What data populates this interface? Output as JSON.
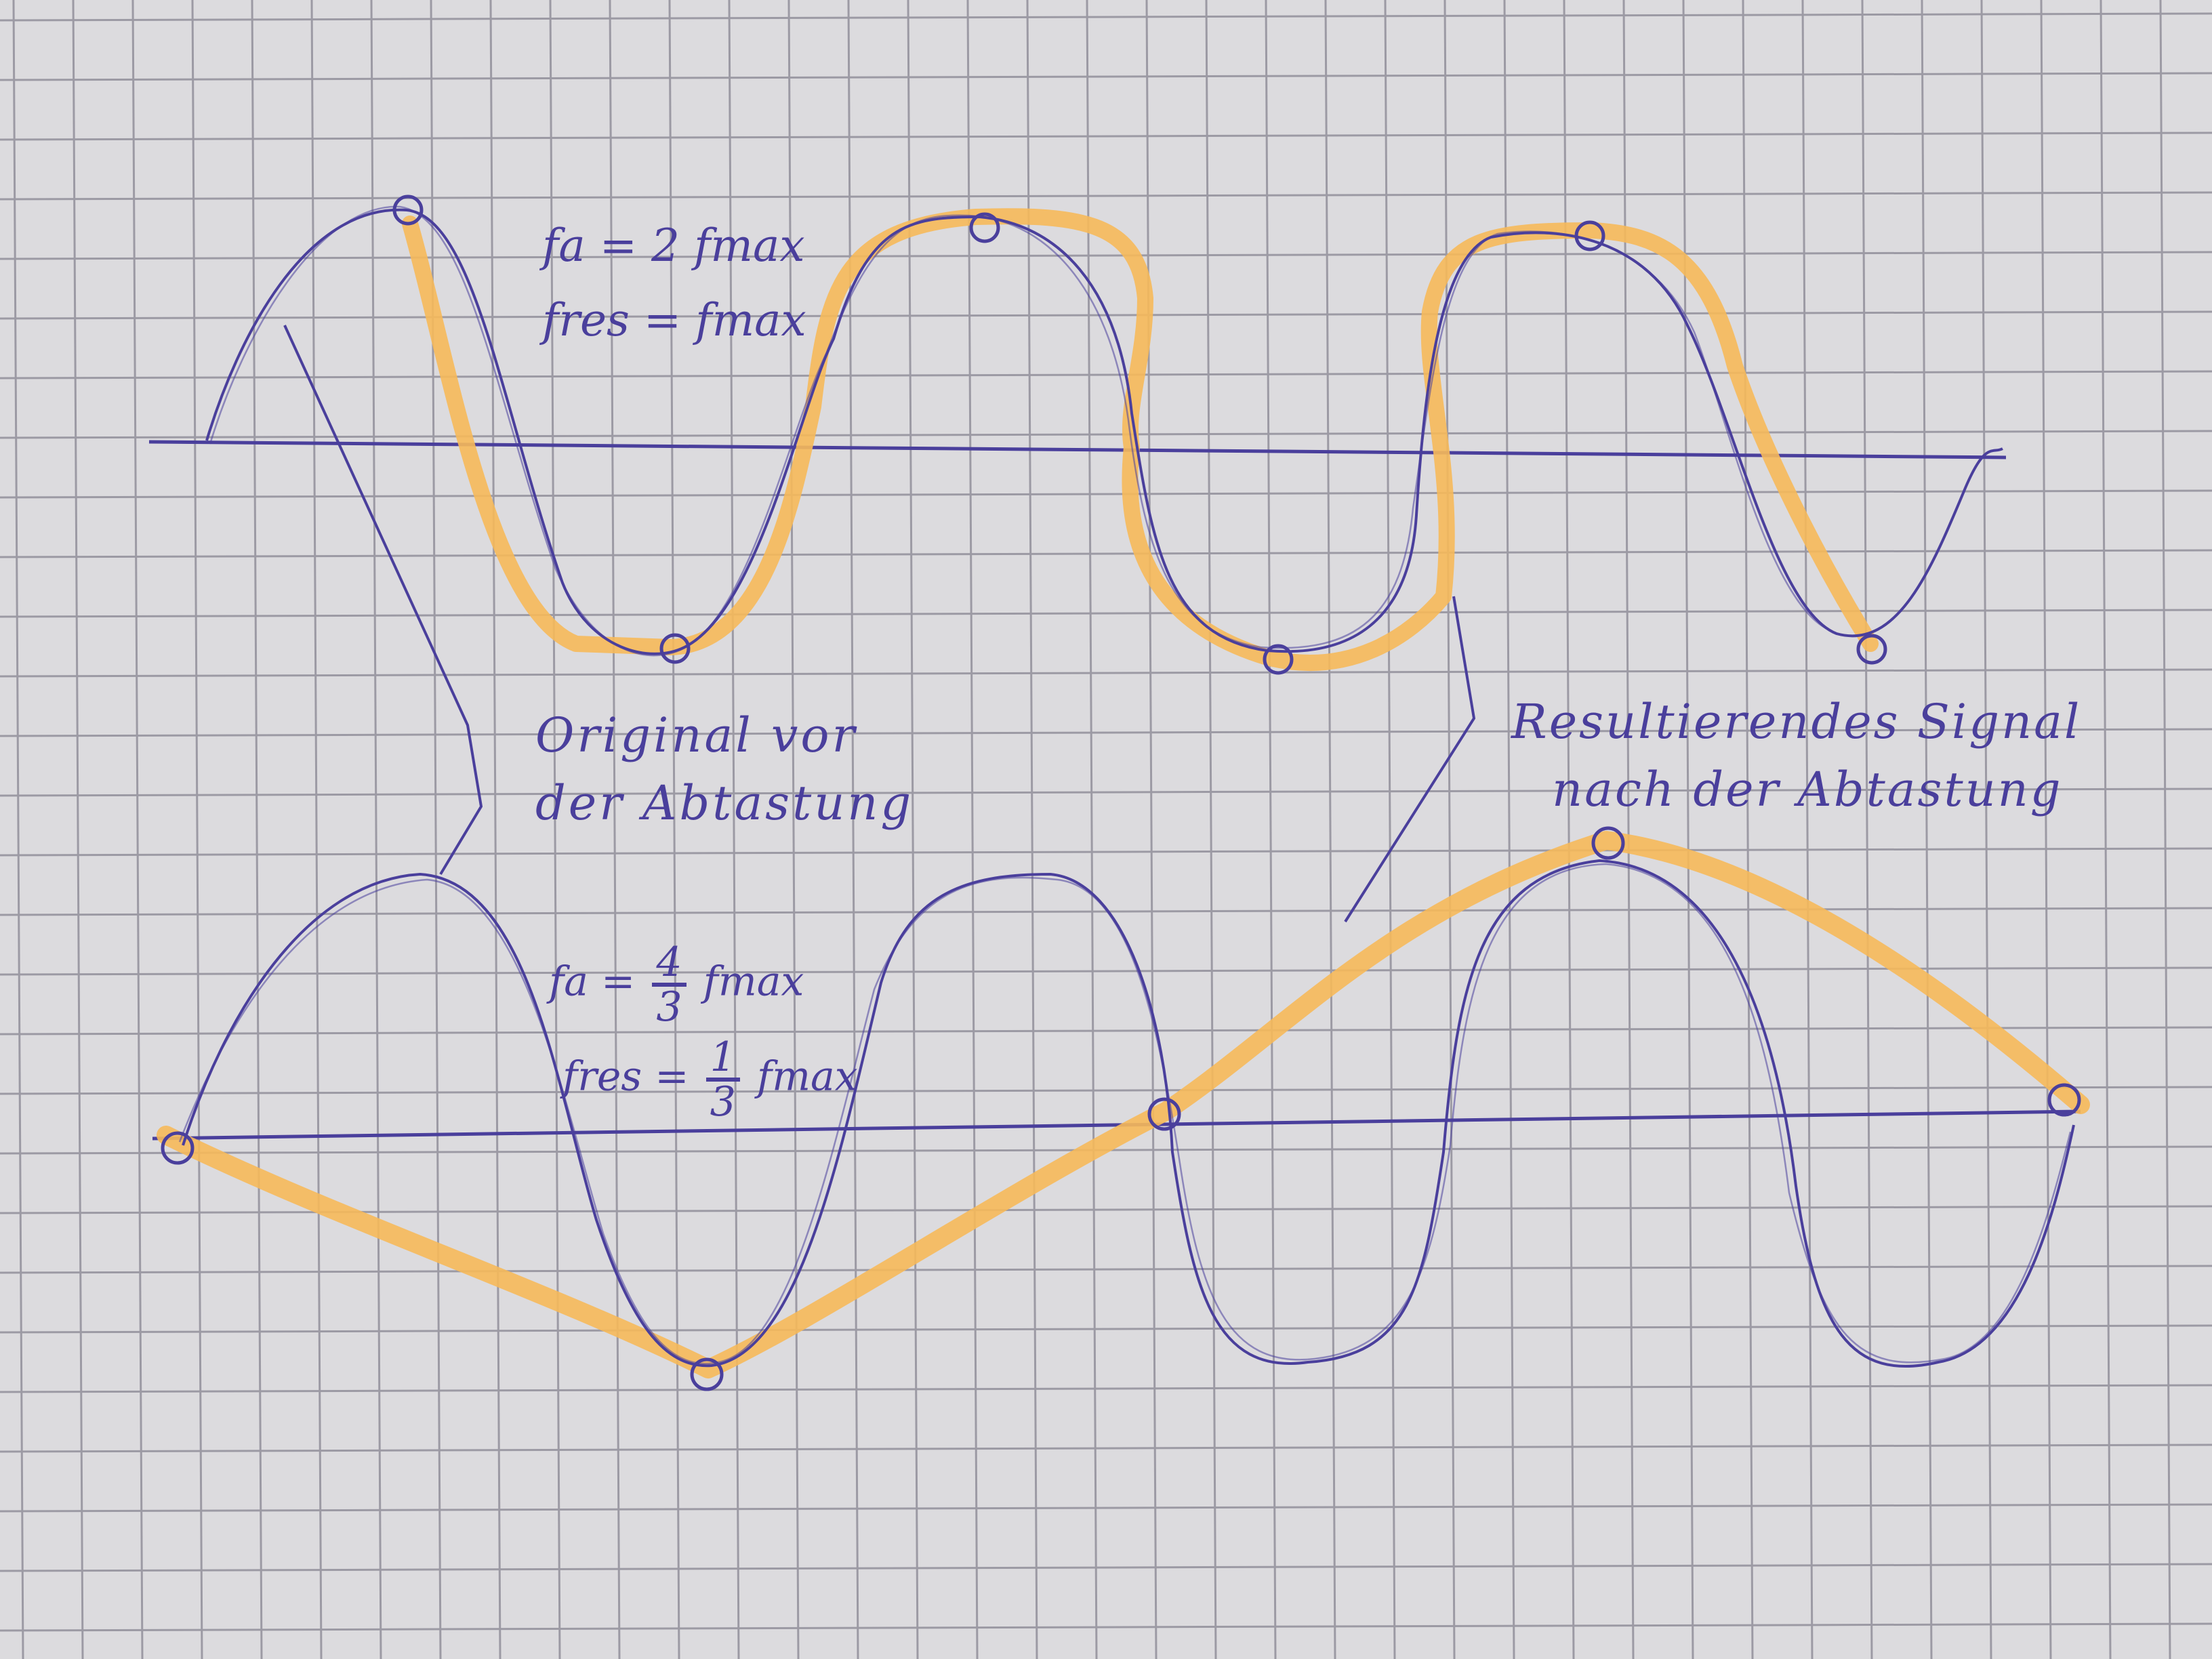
{
  "colors": {
    "paper": "#dcdbde",
    "grid": "#9c9aa4",
    "ink": "#4a3f9c",
    "highlighter": "#f6b95a"
  },
  "top": {
    "fa": "fa = 2 fmax",
    "fres": "fres = fmax"
  },
  "bottom": {
    "fa_prefix": "fa =",
    "fa_num": "4",
    "fa_den": "3",
    "fa_suffix": "fmax",
    "fres_prefix": "fres =",
    "fres_num": "1",
    "fres_den": "3",
    "fres_suffix": "fmax"
  },
  "label_original": {
    "line1": "Original vor",
    "line2": "der Abtastung"
  },
  "label_result": {
    "line1": "Resultierendes Signal",
    "line2": "nach der Abtastung"
  },
  "icons": {
    "sample_marker": "circle-icon"
  }
}
